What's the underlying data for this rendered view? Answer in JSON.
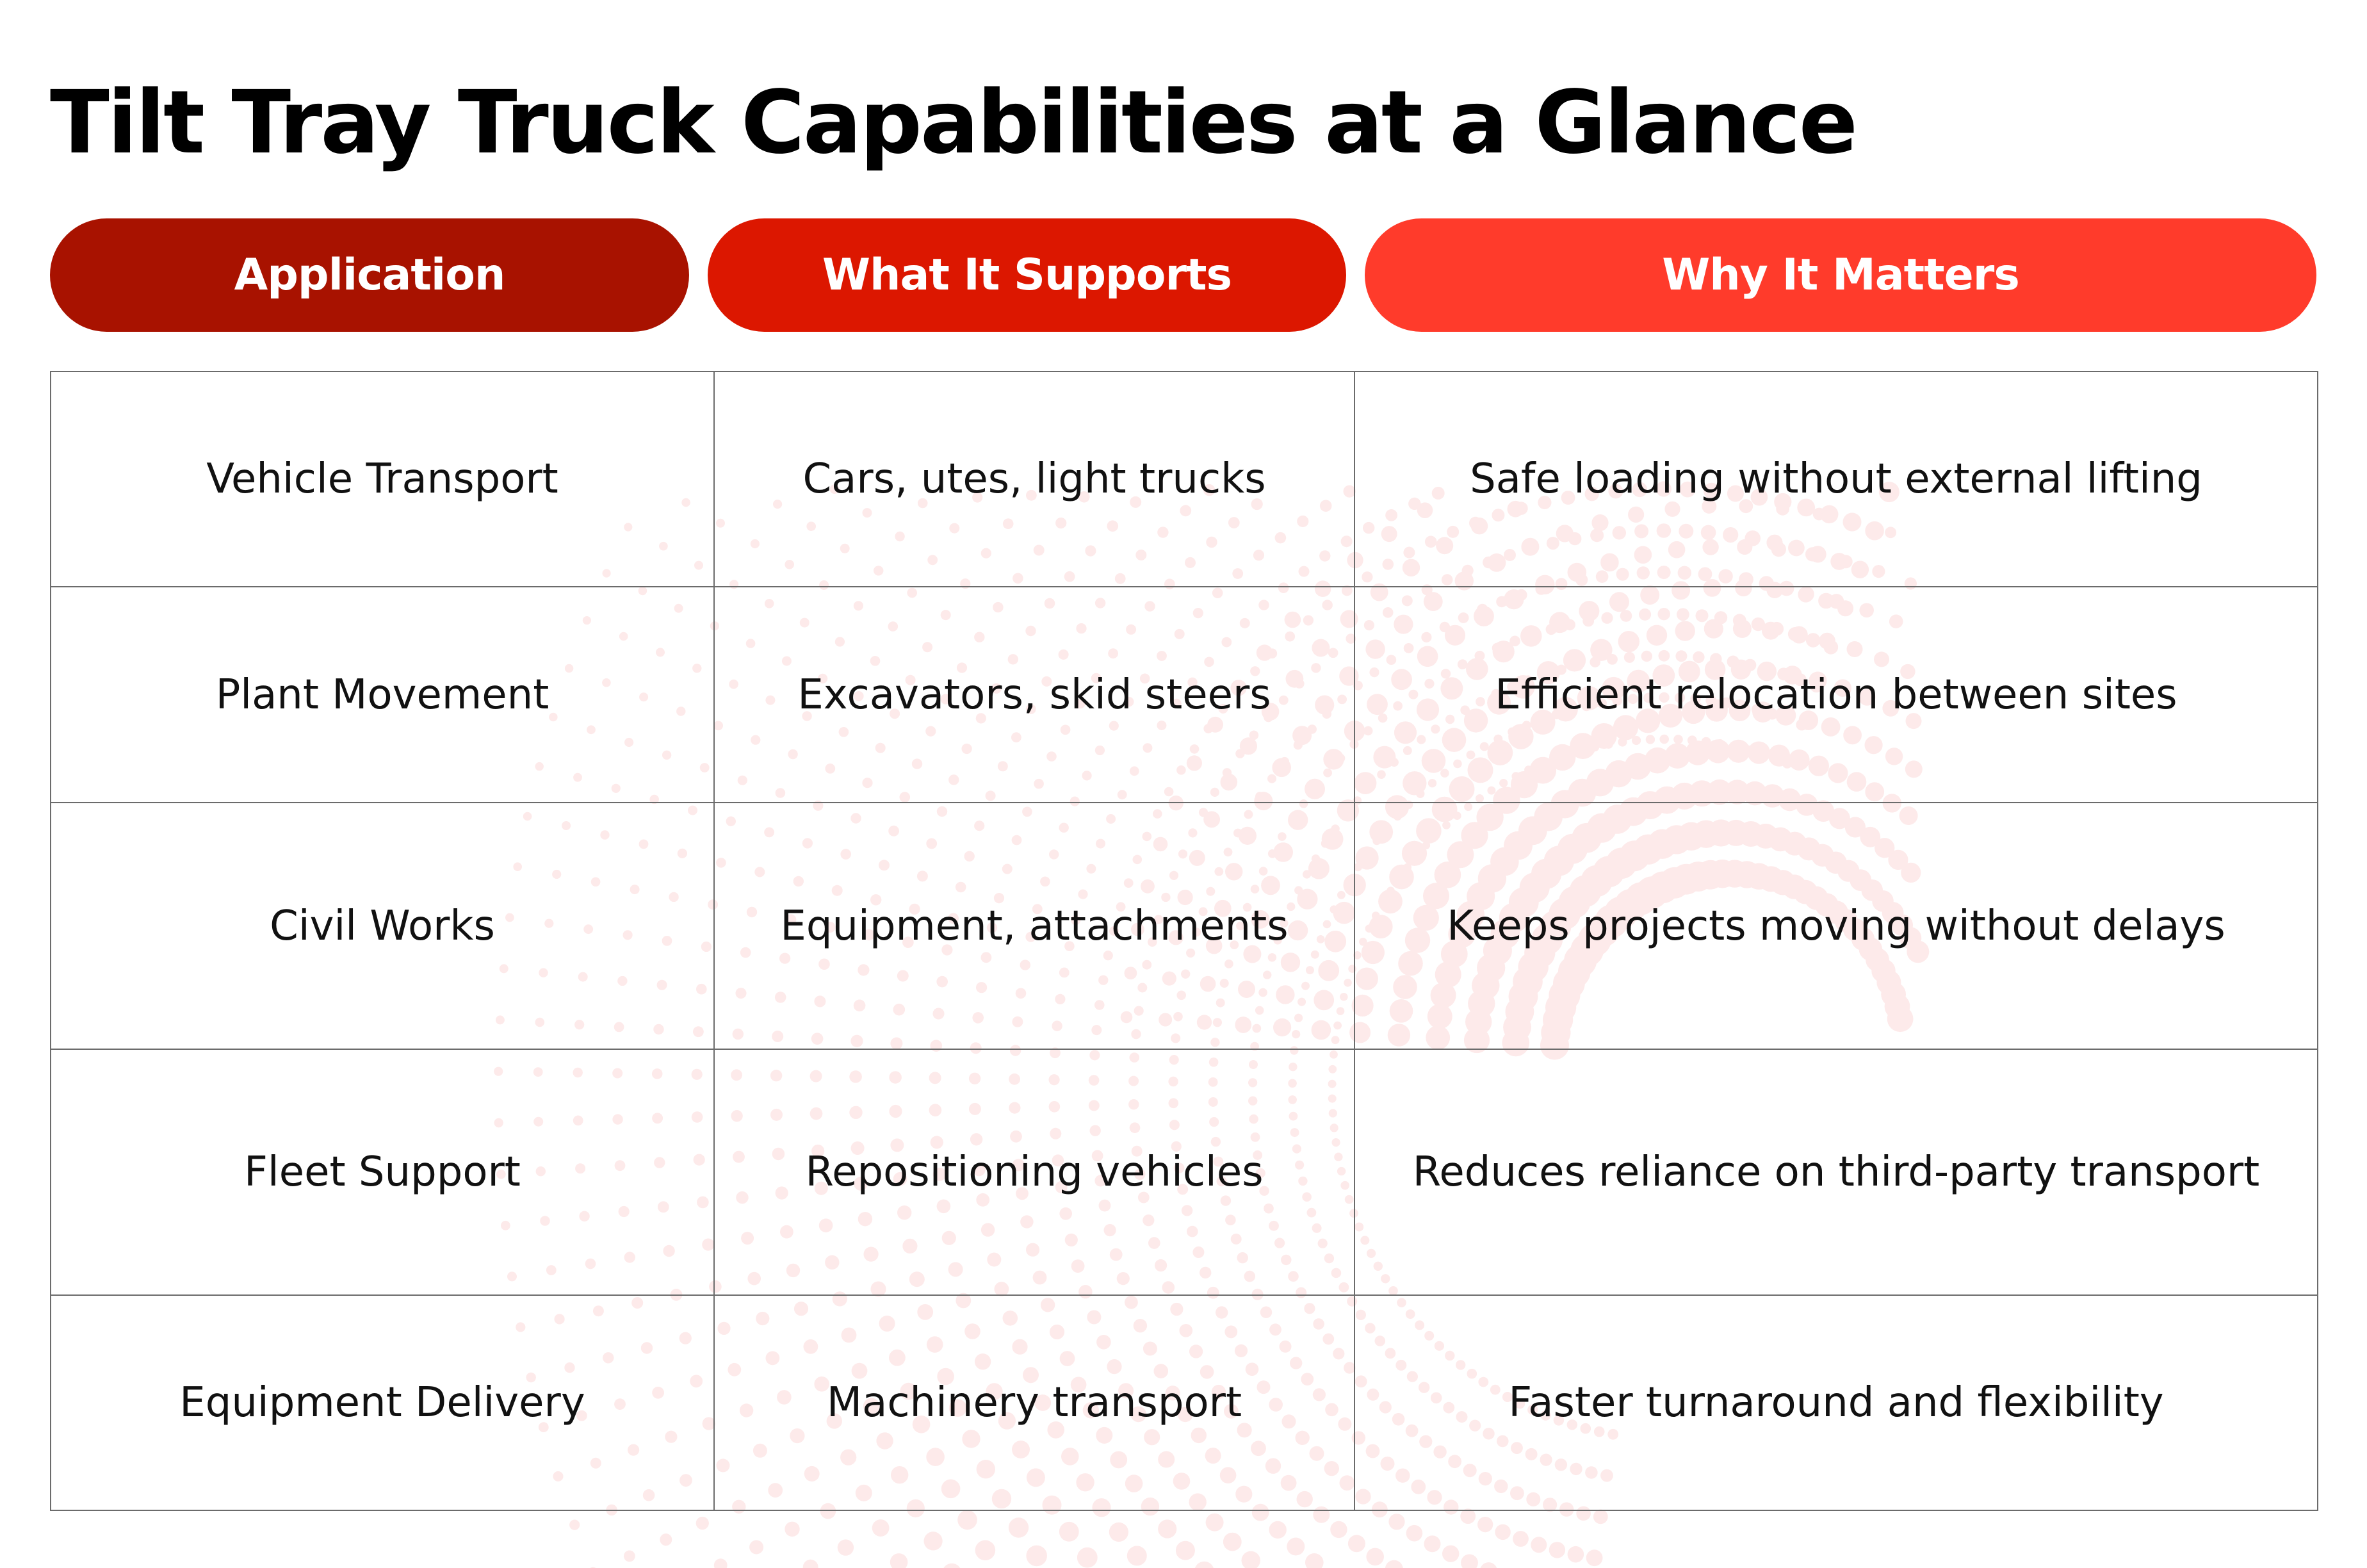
{
  "title": "Tilt Tray Truck Capabilities at a Glance",
  "colors": {
    "header_1": "#a81200",
    "header_2": "#dc1700",
    "header_3": "#ff3b2b",
    "dots": "#fdeaea",
    "text": "#111111",
    "grid_line": "#6b6b6b"
  },
  "headers": [
    "Application",
    "What It Supports",
    "Why It Matters"
  ],
  "rows": [
    {
      "application": "Vehicle Transport",
      "supports": "Cars, utes, light trucks",
      "matters": "Safe loading without external lifting"
    },
    {
      "application": "Plant Movement",
      "supports": "Excavators, skid steers",
      "matters": "Efficient relocation between sites"
    },
    {
      "application": "Civil Works",
      "supports": "Equipment, attachments",
      "matters": "Keeps projects moving without delays"
    },
    {
      "application": "Fleet Support",
      "supports": "Repositioning vehicles",
      "matters": "Reduces reliance on third-party transport"
    },
    {
      "application": "Equipment Delivery",
      "supports": "Machinery transport",
      "matters": "Faster turnaround and flexibility"
    }
  ]
}
